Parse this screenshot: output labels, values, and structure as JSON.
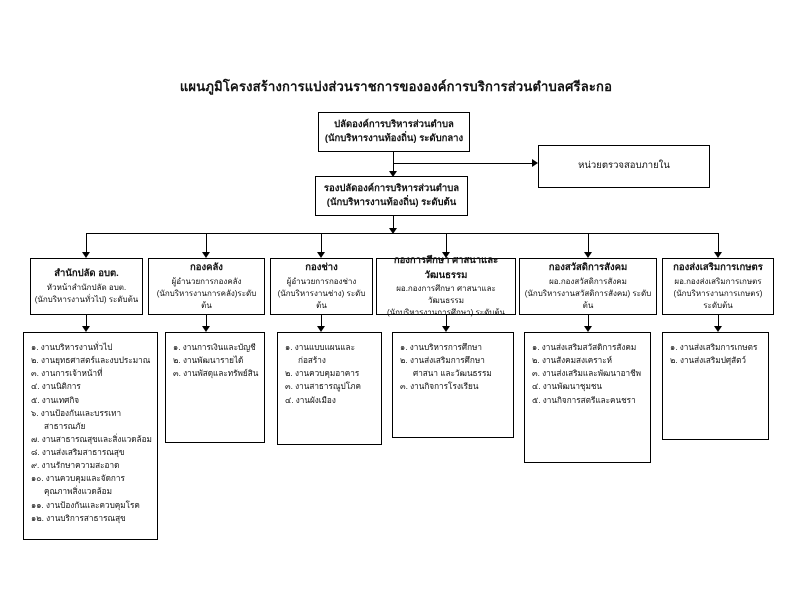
{
  "title": "แผนภูมิโครงสร้างการแบ่งส่วนราชการขององค์การบริการส่วนตำบลศรีละกอ",
  "top_box": {
    "line1": "ปลัดองค์การบริหารส่วนตำบล",
    "line2": "(นักบริหารงานท้องถิ่น) ระดับกลาง"
  },
  "deputy_box": {
    "line1": "รองปลัดองค์การบริหารส่วนตำบล",
    "line2": "(นักบริหารงานท้องถิ่น) ระดับต้น"
  },
  "audit_box": {
    "label": "หน่วยตรวจสอบภายใน"
  },
  "departments": [
    {
      "name": "สำนักปลัด อบต.",
      "head": "หัวหน้าสำนักปลัด อบต.",
      "level": "(นักบริหารงานทั่วไป) ระดับต้น",
      "tasks": [
        "๑. งานบริหารงานทั่วไป",
        "๒. งานยุทธศาสตร์และงบประมาณ",
        "๓. งานการเจ้าหน้าที่",
        "๔. งานนิติการ",
        "๕. งานเทศกิจ",
        "๖. งานป้องกันและบรรเทาสาธารณภัย",
        "๗. งานสาธารณสุขและสิ่งแวดล้อม",
        "๘. งานส่งเสริมสาธารณสุข",
        "๙. งานรักษาความสะอาด",
        "๑๐. งานควบคุมและจัดการคุณภาพสิ่งแวดล้อม",
        "๑๑. งานป้องกันและควบคุมโรค",
        "๑๒. งานบริการสาธารณสุข"
      ]
    },
    {
      "name": "กองคลัง",
      "head": "ผู้อำนวยการกองคลัง",
      "level": "(นักบริหารงานการคลัง)ระดับต้น",
      "tasks": [
        "๑. งานการเงินและบัญชี",
        "๒. งานพัฒนารายได้",
        "๓. งานพัสดุและทรัพย์สิน"
      ]
    },
    {
      "name": "กองช่าง",
      "head": "ผู้อำนวยการกองช่าง",
      "level": "(นักบริหารงานช่าง) ระดับต้น",
      "tasks": [
        "๑. งานแบบแผนและก่อสร้าง",
        "๒. งานควบคุมอาคาร",
        "๓. งานสาธารณูปโภค",
        "๔. งานผังเมือง"
      ]
    },
    {
      "name": "กองการศึกษา ศาสนาและวัฒนธรรม",
      "head": "ผอ.กองการศึกษา ศาสนาและวัฒนธรรม",
      "level": "(นักบริหารงานการศึกษา) ระดับต้น",
      "tasks": [
        "๑. งานบริหารการศึกษา",
        "๒. งานส่งเสริมการศึกษา ศาสนา และวัฒนธรรม",
        "๓. งานกิจการโรงเรียน"
      ]
    },
    {
      "name": "กองสวัสดิการสังคม",
      "head": "ผอ.กองสวัสดิการสังคม",
      "level": "(นักบริหารงานสวัสดิการสังคม) ระดับต้น",
      "tasks": [
        "๑. งานส่งเสริมสวัสดิการสังคม",
        "๒. งานสังคมสงเคราะห์",
        "๓. งานส่งเสริมและพัฒนาอาชีพ",
        "๔. งานพัฒนาชุมชน",
        "๕. งานกิจการสตรีและคนชรา"
      ]
    },
    {
      "name": "กองส่งเสริมการเกษตร",
      "head": "ผอ.กองส่งเสริมการเกษตร",
      "level": "(นักบริหารงานการเกษตร) ระดับต้น",
      "tasks": [
        "๑. งานส่งเสริมการเกษตร",
        "๒. งานส่งเสริมปศุสัตว์"
      ]
    }
  ]
}
